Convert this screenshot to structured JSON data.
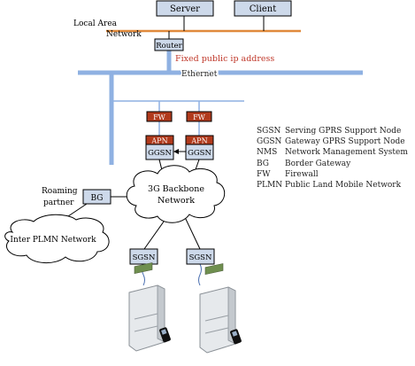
{
  "labels": {
    "server": "Server",
    "client": "Client",
    "lan_line1": "Local Area",
    "lan_line2": "Network",
    "router": "Router",
    "fixed_ip": "Fixed public ip address",
    "ethernet": "Ethernet",
    "fw_left": "FW",
    "fw_right": "FW",
    "apn_left": "APN",
    "apn_right": "APN",
    "ggsn_left": "GGSN",
    "ggsn_right": "GGSN",
    "backbone_line1": "3G Backbone",
    "backbone_line2": "Network",
    "roaming_line1": "Roaming",
    "roaming_line2": "partner",
    "bg": "BG",
    "inter_plmn": "Inter PLMN Network",
    "sgsn_left": "SGSN",
    "sgsn_right": "SGSN"
  },
  "legend": [
    {
      "abbr": "SGSN",
      "desc": "Serving GPRS Support Node"
    },
    {
      "abbr": "GGSN",
      "desc": "Gateway GPRS Support Node"
    },
    {
      "abbr": "NMS",
      "desc": "Network Management System"
    },
    {
      "abbr": "BG",
      "desc": "Border Gateway"
    },
    {
      "abbr": "FW",
      "desc": "Firewall"
    },
    {
      "abbr": "PLMN",
      "desc": "Public Land Mobile Network"
    }
  ],
  "colors": {
    "node_fill": "#cdd9ea",
    "firewall_fill": "#b13a1c",
    "ethernet_bus": "#8fb1e2",
    "lan_line": "#e08a3c",
    "fixed_ip_text": "#c0392b"
  }
}
